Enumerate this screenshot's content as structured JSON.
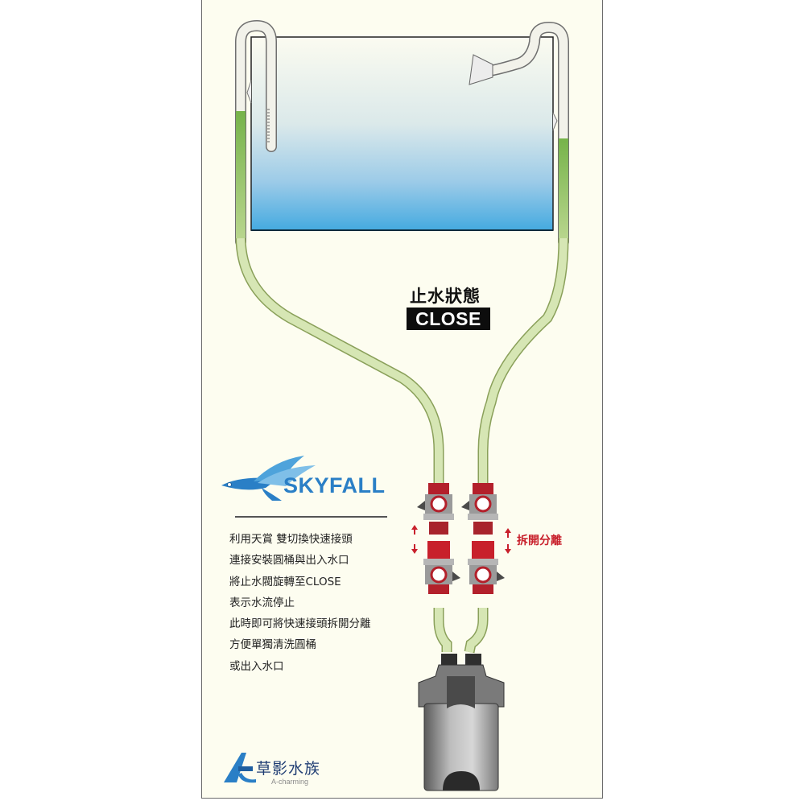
{
  "state": {
    "title": "止水狀態",
    "badge": "CLOSE"
  },
  "brand": {
    "name": "SKYFALL",
    "icon": "fish-logo-icon"
  },
  "instructions": [
    "利用天賞 雙切換快速接頭",
    "連接安裝圓桶與出入水口",
    "將止水閥旋轉至CLOSE",
    "表示水流停止",
    "此時即可將快速接頭拆開分離",
    "方便單獨清洗圓桶",
    "或出入水口"
  ],
  "annotation": {
    "split_label": "拆開分離",
    "arrow_icon": "up-down-arrow-icon"
  },
  "company": {
    "name_cn": "草影水族",
    "name_en": "A-charming",
    "icon": "ac-logo-icon"
  },
  "colors": {
    "background": "#fdfdf0",
    "water_top": "#f6f8ec",
    "water_bottom": "#47acdf",
    "hose": "#c9dca0",
    "hose_water": "#7cb64e",
    "valve_red": "#b3202b",
    "valve_gray": "#9a9a9a",
    "brand_blue": "#2a7fc6",
    "accent_red": "#c8202b"
  }
}
